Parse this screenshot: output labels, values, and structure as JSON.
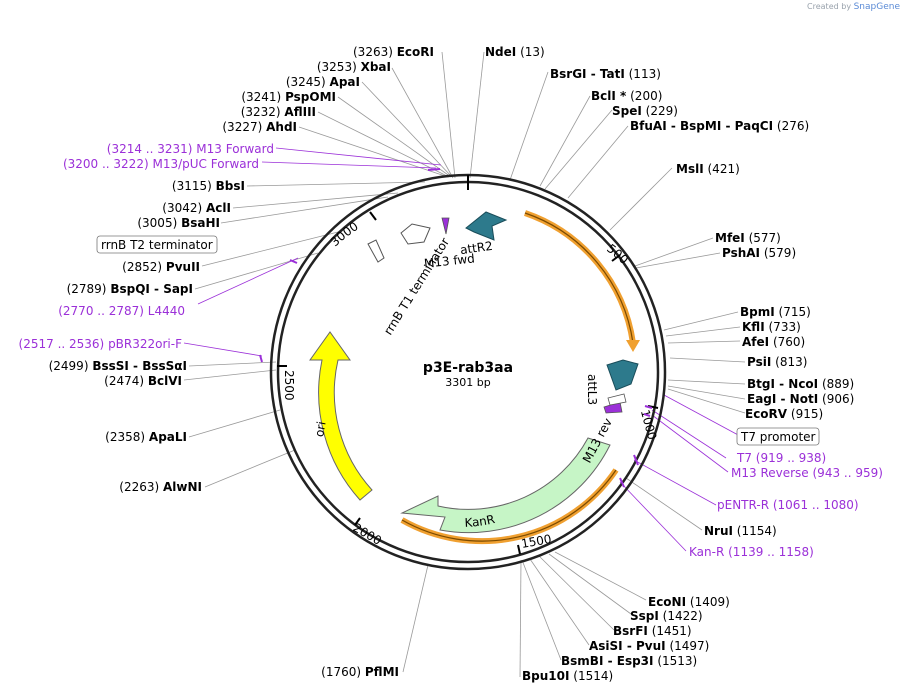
{
  "credit": {
    "prefix": "Created by",
    "brand": "SnapGene"
  },
  "plasmid": {
    "name": "p3E-rab3aa",
    "size": "3301 bp"
  },
  "tick_labels": [
    "500",
    "1000",
    "1500",
    "2000",
    "2500",
    "3000"
  ],
  "features": {
    "attR2": "attR2",
    "attL3": "attL3",
    "m13fwd": "M13 fwd",
    "m13rev": "M13 rev",
    "kanr": "KanR",
    "ori": "ori",
    "rrnb_t1": "rrnB T1 terminator"
  },
  "boxed_labels": {
    "rrnb_t2": "rrnB T2 terminator",
    "t7_promoter": "T7 promoter"
  },
  "enzymes": [
    {
      "pos": "(3263)",
      "name": "EcoRI"
    },
    {
      "pos": "(13)",
      "name": "NdeI"
    },
    {
      "pos": "(3253)",
      "name": "XbaI"
    },
    {
      "pos": "(113)",
      "name": "BsrGI - TatI"
    },
    {
      "pos": "(3245)",
      "name": "ApaI"
    },
    {
      "pos": "(200)",
      "name": "BclI *"
    },
    {
      "pos": "(3241)",
      "name": "PspOMI"
    },
    {
      "pos": "(229)",
      "name": "SpeI"
    },
    {
      "pos": "(3232)",
      "name": "AflIII"
    },
    {
      "pos": "(276)",
      "name": "BfuAI - BspMI - PaqCI"
    },
    {
      "pos": "(3227)",
      "name": "AhdI"
    },
    {
      "pos": "(421)",
      "name": "MslI"
    },
    {
      "pos": "(3115)",
      "name": "BbsI"
    },
    {
      "pos": "(3042)",
      "name": "AclI"
    },
    {
      "pos": "(3005)",
      "name": "BsaHI"
    },
    {
      "pos": "(577)",
      "name": "MfeI"
    },
    {
      "pos": "(579)",
      "name": "PshAI"
    },
    {
      "pos": "(2852)",
      "name": "PvuII"
    },
    {
      "pos": "(2789)",
      "name": "BspQI - SapI"
    },
    {
      "pos": "(715)",
      "name": "BpmI"
    },
    {
      "pos": "(733)",
      "name": "KflI"
    },
    {
      "pos": "(760)",
      "name": "AfeI"
    },
    {
      "pos": "(813)",
      "name": "PsiI"
    },
    {
      "pos": "(2499)",
      "name": "BssSI - BssSαI"
    },
    {
      "pos": "(2474)",
      "name": "BclVI"
    },
    {
      "pos": "(889)",
      "name": "BtgI - NcoI"
    },
    {
      "pos": "(906)",
      "name": "EagI - NotI"
    },
    {
      "pos": "(915)",
      "name": "EcoRV"
    },
    {
      "pos": "(2358)",
      "name": "ApaLI"
    },
    {
      "pos": "(2263)",
      "name": "AlwNI"
    },
    {
      "pos": "(1154)",
      "name": "NruI"
    },
    {
      "pos": "(1409)",
      "name": "EcoNI"
    },
    {
      "pos": "(1422)",
      "name": "SspI"
    },
    {
      "pos": "(1451)",
      "name": "BsrFI"
    },
    {
      "pos": "(1497)",
      "name": "AsiSI - PvuI"
    },
    {
      "pos": "(1513)",
      "name": "BsmBI - Esp3I"
    },
    {
      "pos": "(1514)",
      "name": "Bpu10I"
    },
    {
      "pos": "(1760)",
      "name": "PflMI"
    }
  ],
  "primers": [
    {
      "range": "(3214 .. 3231)",
      "name": "M13 Forward"
    },
    {
      "range": "(3200 .. 3222)",
      "name": "M13/pUC Forward"
    },
    {
      "range": "(2770 .. 2787)",
      "name": "L4440"
    },
    {
      "range": "(2517 .. 2536)",
      "name": "pBR322ori-F"
    },
    {
      "name": "T7",
      "range": "(919 .. 938)"
    },
    {
      "name": "M13 Reverse",
      "range": "(943 .. 959)"
    },
    {
      "name": "pENTR-R",
      "range": "(1061 .. 1080)"
    },
    {
      "name": "Kan-R",
      "range": "(1139 .. 1158)"
    }
  ],
  "colors": {
    "primer": "#9b30d8",
    "attR": "#2d7a8c",
    "kanr": "#c6f5c6",
    "ori": "#ffff00",
    "orange": "#f0a030"
  }
}
